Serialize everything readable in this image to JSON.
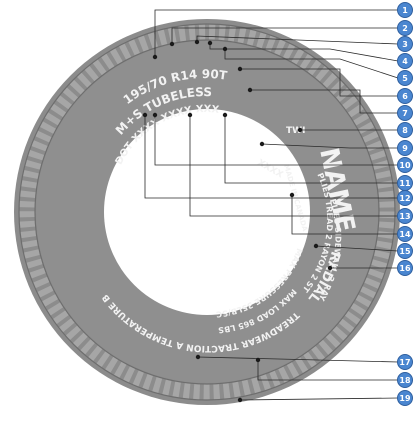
{
  "diagram": {
    "sidewall_texts": {
      "size": "195/70 R14 90T",
      "ms_tubeless": "M+S TUBELESS",
      "dot_code": "DOT XXXX XXXX XXX",
      "twi": "TWI",
      "date_code": "XXXX",
      "made_in": "MADE IN CANADA",
      "name": "NAME",
      "plies_tread": "PLIES TREAD 2 RAYON 2 STEEL",
      "plies_sidewall": "PLIES SIDEWALL 2 RAYON",
      "max_pressure": "MAX PRESSURE 35LB/SC",
      "max_load": "MAX LOAD 865 LBS",
      "radial": "RADIAL",
      "traction": "TREADWEAR TRACTION A TEMPERATURE B"
    },
    "callouts": [
      "1",
      "2",
      "3",
      "4",
      "5",
      "6",
      "7",
      "8",
      "9",
      "10",
      "11",
      "12",
      "13",
      "14",
      "15",
      "16",
      "17",
      "18",
      "19"
    ],
    "colors": {
      "tire": "#8c8c8c",
      "tread": "#a8a8a8",
      "sidewall_text": "#f2f2f2",
      "badge": "#4a86d0"
    }
  }
}
